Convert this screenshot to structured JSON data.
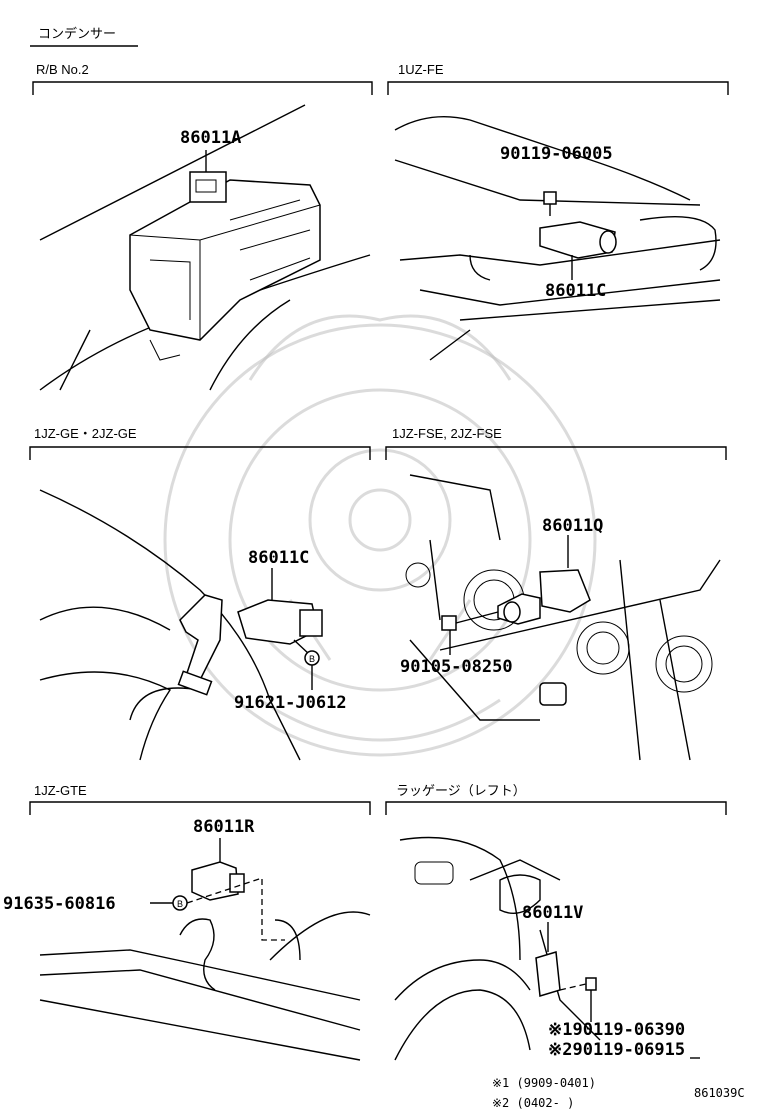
{
  "header": {
    "title": "コンデンサー"
  },
  "panels": [
    {
      "title": "R/B No.2",
      "parts": [
        "86011A"
      ]
    },
    {
      "title": "1UZ-FE",
      "parts": [
        "90119-06005",
        "86011C"
      ]
    },
    {
      "title": "1JZ-GE・2JZ-GE",
      "parts": [
        "86011C",
        "91621-J0612"
      ]
    },
    {
      "title": "1JZ-FSE, 2JZ-FSE",
      "parts": [
        "86011Q",
        "90105-08250"
      ]
    },
    {
      "title": "1JZ-GTE",
      "parts": [
        "86011R",
        "91635-60816"
      ]
    },
    {
      "title": "ラッゲージ（レフト）",
      "parts": [
        "86011V",
        "※190119-06390",
        "※290119-06915"
      ]
    }
  ],
  "callout_marker": "B",
  "notes": [
    "※1  (9909-0401)",
    "※2  (0402-      )"
  ],
  "figure_code": "861039C"
}
